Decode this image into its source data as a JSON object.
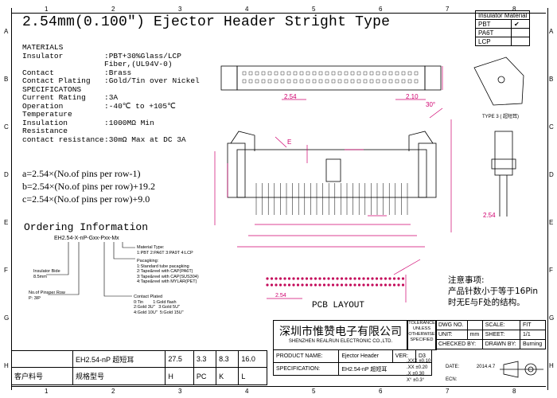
{
  "title": "2.54mm(0.100\") Ejector Header Stright Type",
  "materials": {
    "heading": "MATERIALS",
    "rows": [
      {
        "k": "Insulator",
        "v": ":PBT+30%Glass/LCP"
      },
      {
        "k": "",
        "v": " Fiber,(UL94V-0)"
      },
      {
        "k": "Contact",
        "v": ":Brass"
      },
      {
        "k": "Contact Plating",
        "v": ":Gold/Tin over Nickel"
      }
    ],
    "spec_heading": "SPECIFICATONS",
    "spec_rows": [
      {
        "k": "Current Rating",
        "v": ":3A"
      },
      {
        "k": "Operation Temperature",
        "v": ":-40℃ to +105℃"
      },
      {
        "k": "Insulation Resistance",
        "v": ":1000MΩ Min"
      },
      {
        "k": "contact resistance",
        "v": ":30mΩ Max at DC 3A"
      }
    ]
  },
  "formulas": [
    "a=2.54×(No.of pins per row-1)",
    "b=2.54×(No.of pins per row)+19.2",
    "c=2.54×(No.of pins per row)+9.0"
  ],
  "ordering": {
    "title": "Ordering Information",
    "code": "EH2.54-X-nP-Gxx-Pxx-Mx",
    "material_type": "Material Type:\n1:PBT 2:PA6T 3:PA9T 4:LCP",
    "packaging": "Pacagking:\n1:Standard tube pacagking\n2:Tape&reel with CAP(PA6T)\n3:Tape&reel with CAP(SUS304)\n4:Tape&reel with MYLAR(PET)",
    "contact_plated": "Contact Plated\n0:Tin        1:Gold flash\n2:Gold 3U\"   3:Gold 5U\"\n4:Gold 10U\"  5:Gold 15U\"",
    "insulator_bide": "Insulator Bide\n8.5mm",
    "pinsper": "No.of Pinsper Row\nP: 3IP"
  },
  "dims": {
    "d_254": "2.54",
    "d_210": "2.10",
    "d_30deg": "30°",
    "d_E": "E",
    "d_254_b": "2.54"
  },
  "type3": "TYPE 3 ( 超短耳)",
  "material_table": {
    "header": "Insulator Material",
    "rows": [
      {
        "name": "PBT",
        "checked": "✔"
      },
      {
        "name": "PA6T",
        "checked": ""
      },
      {
        "name": "LCP",
        "checked": ""
      }
    ]
  },
  "pcb_layout": "PCB LAYOUT",
  "note": {
    "l1": "注意事项:",
    "l2": "产品针数小于等于16Pin",
    "l3": "时无E与F处的结构。"
  },
  "part_table": {
    "row1": [
      "EH2.54-nP 超短耳",
      "27.5",
      "3.3",
      "8.3",
      "16.0"
    ],
    "row2": [
      "客户料号",
      "规格型号",
      "H",
      "PC",
      "K",
      "L"
    ]
  },
  "title_block": {
    "company_cn": "深圳市惟赞电子有限公司",
    "company_en": "SHENZHEN REALRUN ELECTRONIC CO.,LTD.",
    "tolerance": "TOLERANCE\nUNLESS\nOTHERWISE\nSPECIFIED",
    "dwg_no_label": "DWG NO.",
    "scale_label": "SCALE:",
    "scale_val": "FIT",
    "unit_label": "UNIT:",
    "unit_val": "mm",
    "sheet_label": "SHEET:",
    "sheet_val": "1/1",
    "checked_label": "CHECKED BY:",
    "drawn_label": "DRAWN BY:",
    "drawn_val": "Burning",
    "product_label": "PRODUCT NAME:",
    "product_val": "Ejector Header",
    "ver_label": "VER:",
    "ver_val": "D3",
    "spec_label": "SPECIFICATION:",
    "spec_val": "EH2.54-nP 超短耳",
    "tol1": ".XXX ±0.10",
    "tol2": ".XX  ±0.20",
    "tol3": ".X   ±0.30",
    "tol4": "X°   ±0.3°",
    "date_label": "DATE:",
    "date_val": "2014.4.7",
    "ecn_label": "ECN:"
  },
  "ruler": {
    "top": [
      "1",
      "2",
      "3",
      "4",
      "5",
      "6",
      "7",
      "8"
    ],
    "left": [
      "A",
      "B",
      "C",
      "D",
      "E",
      "F",
      "G",
      "H"
    ]
  }
}
